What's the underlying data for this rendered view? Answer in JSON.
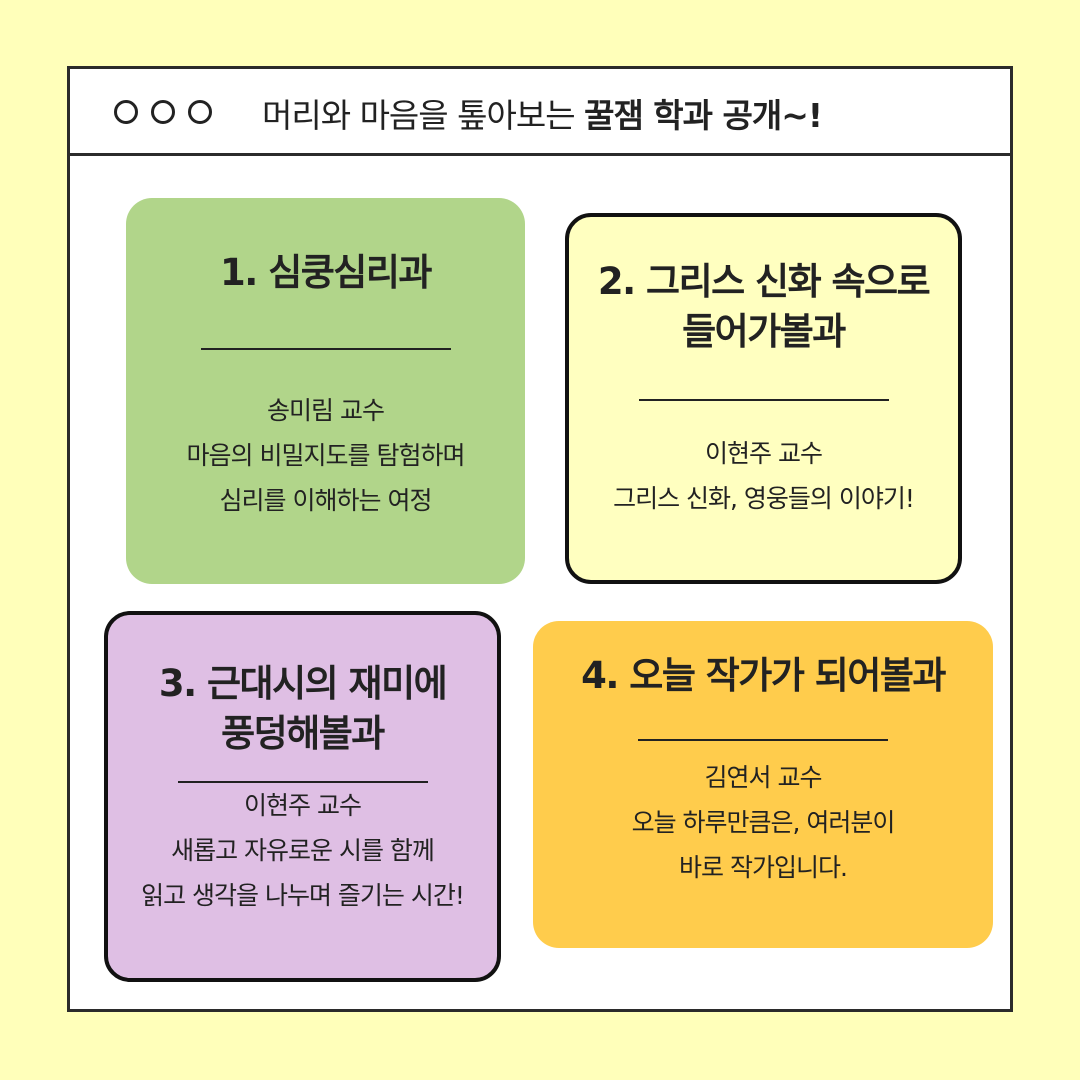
{
  "header": {
    "title_regular": "머리와 마음을 톺아보는 ",
    "title_bold": "꿀잼 학과 공개~!"
  },
  "cards": [
    {
      "title": "1. 심쿵심리과",
      "professor": "송미림 교수",
      "desc": [
        "마음의 비밀지도를 탐험하며",
        "심리를 이해하는 여정"
      ],
      "color": "#b1d58a"
    },
    {
      "title_lines": [
        "2. 그리스 신화 속으로",
        "들어가볼과"
      ],
      "professor": "이현주 교수",
      "desc": [
        "그리스 신화, 영웅들의 이야기!"
      ],
      "color": "#ffffc0"
    },
    {
      "title_lines": [
        "3. 근대시의 재미에",
        "풍덩해볼과"
      ],
      "professor": "이현주 교수",
      "desc": [
        "새롭고 자유로운 시를 함께",
        "읽고 생각을 나누며 즐기는 시간!"
      ],
      "color": "#dfbfe4"
    },
    {
      "title": "4. 오늘 작가가 되어볼과",
      "professor": "김연서 교수",
      "desc": [
        "오늘 하루만큼은, 여러분이",
        "바로 작가입니다."
      ],
      "color": "#ffcc4c"
    }
  ]
}
